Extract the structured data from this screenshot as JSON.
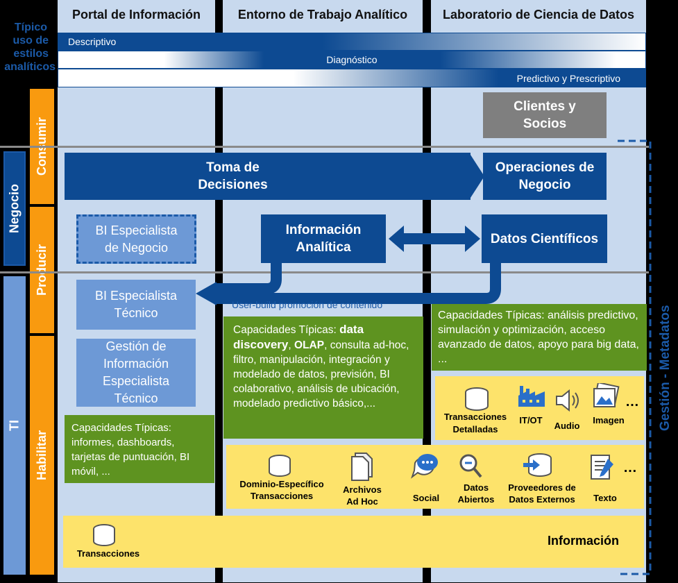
{
  "columns": {
    "portal": "Portal de Información",
    "entorno": "Entorno de Trabajo Analítico",
    "laboratorio": "Laboratorio de Ciencia de Datos"
  },
  "styles_label": [
    "Típico",
    "uso de",
    "estilos",
    "analíticos"
  ],
  "styles": {
    "descriptivo": "Descriptivo",
    "diagnostico": "Diagnóstico",
    "predictivo": "Predictivo y Prescriptivo"
  },
  "roles": {
    "negocio": "Negocio",
    "ti": "TI",
    "consumir": "Consumir",
    "producir": "Producir",
    "habilitar": "Habilitar"
  },
  "boxes": {
    "clientes": [
      "Clientes y",
      "Socios"
    ],
    "toma": [
      "Toma de",
      "Decisiones"
    ],
    "operaciones": [
      "Operaciones de",
      "Negocio"
    ],
    "bi_negocio": [
      "BI Especialista",
      "de Negocio"
    ],
    "info_analitica": [
      "Información",
      "Analítica"
    ],
    "datos_cientificos": "Datos Científicos",
    "bi_tecnico": [
      "BI Especialista",
      "Técnico"
    ],
    "gestion_info": [
      "Gestión de",
      "Información",
      "Especialista",
      "Técnico"
    ]
  },
  "user_build": "User-build promoción de contenido",
  "capacidades": {
    "portal": "Capacidades Típicas: informes, dashboards, tarjetas de puntuación, BI móvil, ...",
    "entorno_prefix": "Capacidades Típicas: ",
    "entorno_bold1": "data discovery",
    "entorno_sep": ", ",
    "entorno_bold2": "OLAP",
    "entorno_rest": ", consulta ad-hoc, filtro, manipulación, integración y modelado de datos, previsión, BI colaborativo, análisis de ubicación, modelado predictivo básico,...",
    "laboratorio": "Capacidades Típicas: análisis predictivo, simulación y optimización, acceso avanzado de datos, apoyo para big data, ..."
  },
  "lab_sources": {
    "transacciones": [
      "Transacciones",
      "Detalladas"
    ],
    "itot": "IT/OT",
    "audio": "Audio",
    "imagen": "Imagen",
    "more": "…"
  },
  "sources": {
    "dominio": [
      "Dominio-Específico",
      "Transacciones"
    ],
    "archivos": [
      "Archivos",
      "Ad Hoc"
    ],
    "social": "Social",
    "datos_abiertos": [
      "Datos",
      "Abiertos"
    ],
    "proveedores": [
      "Proveedores de",
      "Datos Externos"
    ],
    "texto": "Texto",
    "more": "…"
  },
  "informacion": "Información",
  "transacciones": "Transacciones",
  "gestion_metadatos": "Gestión - Metadatos",
  "colors": {
    "navy": "#0d4a92",
    "light_blue_box": "#6d99d6",
    "green": "#5e9320",
    "yellow": "#fde36b",
    "orange": "#f99a0f",
    "gray_box": "#7f7f7f",
    "column_bg": "#c8d9ee"
  }
}
